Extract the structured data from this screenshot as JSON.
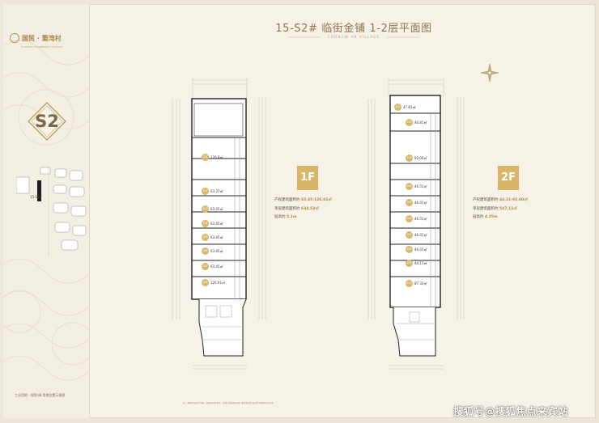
{
  "brand": {
    "logo_text": "国贸 · 重湾村",
    "logo_sub": "GUOMAO ZHONGWAN VILLAGE",
    "accent": "#b7954f",
    "gold": "#d8b768"
  },
  "sidebar": {
    "building_badge": "S2",
    "keymap_label": "15-S2#",
    "footer": "工业用地 · 规划·绿·用地位置示意图"
  },
  "header": {
    "title": "15-S2# 临街金铺 1-2层平面图",
    "subtitle": "CHONGW AN VILLAGE"
  },
  "floor1": {
    "badge": "1F",
    "stats": [
      {
        "label": "产权建筑面积约",
        "value": "63.45-126.81㎡"
      },
      {
        "label": "单层建筑面积约",
        "value": "634.53㎡"
      },
      {
        "label": "层高约",
        "value": "5.1m"
      }
    ],
    "units": [
      {
        "id": "101",
        "area": "126.8㎡"
      },
      {
        "id": "102",
        "area": "63.37㎡"
      },
      {
        "id": "103",
        "area": "63.45㎡"
      },
      {
        "id": "104",
        "area": "63.45㎡"
      },
      {
        "id": "105",
        "area": "63.45㎡"
      },
      {
        "id": "106",
        "area": "63.45㎡"
      },
      {
        "id": "107",
        "area": "63.45㎡"
      },
      {
        "id": "108",
        "area": "126.91㎡"
      }
    ]
  },
  "floor2": {
    "badge": "2F",
    "stats": [
      {
        "label": "产权建筑面积约",
        "value": "44.11-92.00㎡"
      },
      {
        "label": "单层建筑面积约",
        "value": "547.11㎡"
      },
      {
        "label": "层高约",
        "value": "4.35m"
      }
    ],
    "units": [
      {
        "id": "201",
        "area": "47.81㎡"
      },
      {
        "id": "202",
        "area": "46.81㎡"
      },
      {
        "id": "203",
        "area": "92.00㎡"
      },
      {
        "id": "204",
        "area": "46.01㎡"
      },
      {
        "id": "205",
        "area": "46.01㎡"
      },
      {
        "id": "206",
        "area": "46.01㎡"
      },
      {
        "id": "207",
        "area": "46.01㎡"
      },
      {
        "id": "208",
        "area": "46.01㎡"
      },
      {
        "id": "209",
        "area": "44.11㎡"
      },
      {
        "id": "210",
        "area": "87.33㎡"
      }
    ]
  },
  "footnote": "注：本资料所示户型图、面积等仅供参考，最终以政府相关部门批准的文件及双方签署的合同为准。",
  "watermark": "搜狐号@搜狐焦点来宾站"
}
